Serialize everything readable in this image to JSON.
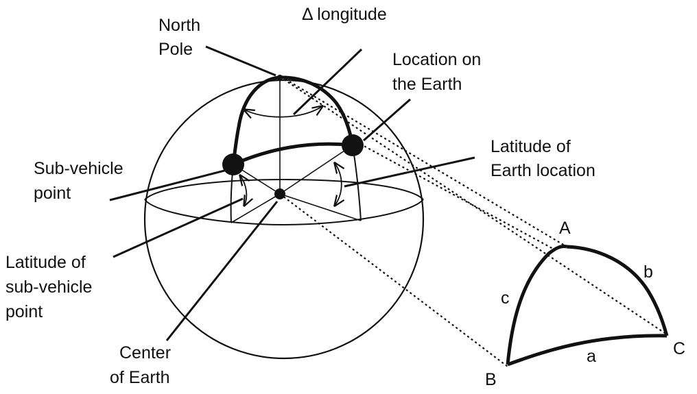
{
  "labels": {
    "north_pole_1": "North",
    "north_pole_2": "Pole",
    "delta_longitude": "Δ longitude",
    "location_1": "Location on",
    "location_2": "the Earth",
    "latitude_earth_1": "Latitude of",
    "latitude_earth_2": "Earth location",
    "sub_vehicle_1": "Sub-vehicle",
    "sub_vehicle_2": "point",
    "latitude_sub_1": "Latitude of",
    "latitude_sub_2": "sub-vehicle",
    "latitude_sub_3": "point",
    "center_1": "Center",
    "center_2": "of Earth",
    "vertex_a": "A",
    "vertex_b": "B",
    "vertex_c": "C",
    "side_a": "a",
    "side_b": "b",
    "side_c": "c"
  },
  "colors": {
    "ink": "#111111",
    "background": "#ffffff"
  }
}
